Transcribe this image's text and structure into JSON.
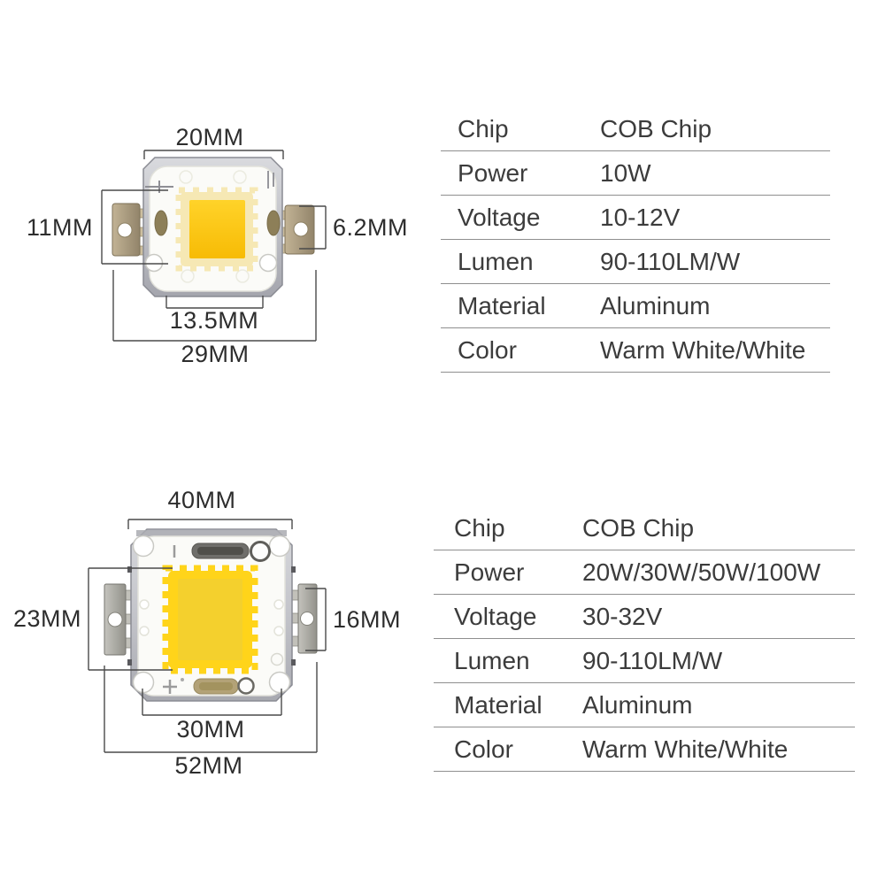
{
  "page": {
    "background": "#ffffff"
  },
  "colors": {
    "emitter_gold_10w": "#fcc50f",
    "emitter_pale_ring_10w": "#f6e8b4",
    "emitter_yellow_border_hp": "#ffd41a",
    "emitter_yellow_inner_hp": "#f4d02d",
    "plate_silver": "#c0c1c7",
    "ceramic_white": "#fbfbf8",
    "terminal_tan_10w": "#ab9c7e",
    "terminal_silver_hp": "#aeada7",
    "slot_olive": "#8d7f58",
    "dimension_line": "#4a4a4a",
    "table_divider": "#8f8f8f",
    "text": "#3c3c3c"
  },
  "products": [
    {
      "dimensions": {
        "top_width": "20MM",
        "left_height": "11MM",
        "terminal_height": "6.2MM",
        "inner_width": "13.5MM",
        "total_width": "29MM"
      },
      "specs": [
        {
          "label": "Chip",
          "value": "COB Chip"
        },
        {
          "label": "Power",
          "value": "10W"
        },
        {
          "label": "Voltage",
          "value": "10-12V"
        },
        {
          "label": "Lumen",
          "value": "90-110LM/W"
        },
        {
          "label": "Material",
          "value": "Aluminum"
        },
        {
          "label": "Color",
          "value": "Warm White/White"
        }
      ]
    },
    {
      "dimensions": {
        "top_width": "40MM",
        "left_height": "23MM",
        "terminal_height": "16MM",
        "inner_width": "30MM",
        "total_width": "52MM"
      },
      "specs": [
        {
          "label": "Chip",
          "value": "COB Chip"
        },
        {
          "label": "Power",
          "value": "20W/30W/50W/100W"
        },
        {
          "label": "Voltage",
          "value": "30-32V"
        },
        {
          "label": "Lumen",
          "value": "90-110LM/W"
        },
        {
          "label": "Material",
          "value": "Aluminum"
        },
        {
          "label": "Color",
          "value": "Warm White/White"
        }
      ]
    }
  ]
}
